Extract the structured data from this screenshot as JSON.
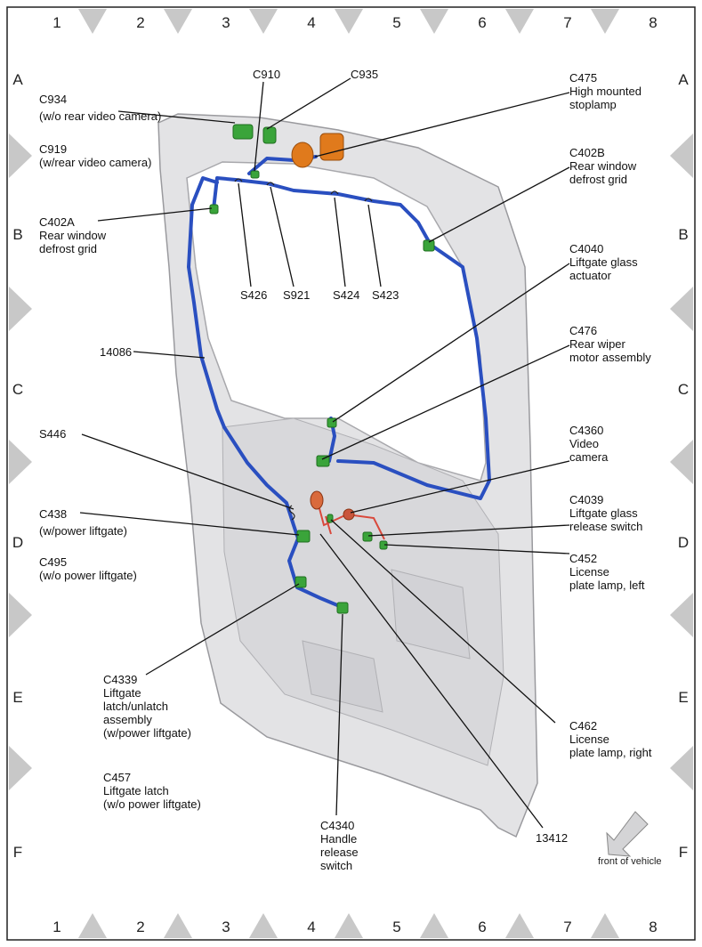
{
  "grid": {
    "columns": [
      "1",
      "2",
      "3",
      "4",
      "5",
      "6",
      "7",
      "8"
    ],
    "rows": [
      "A",
      "B",
      "C",
      "D",
      "E",
      "F"
    ]
  },
  "callouts": {
    "c934": {
      "line1": "C934",
      "line2": "(w/o rear video camera)"
    },
    "c919": {
      "line1": "C919",
      "line2": "(w/rear video camera)"
    },
    "c910": {
      "line1": "C910"
    },
    "c935": {
      "line1": "C935"
    },
    "c475": {
      "line1": "C475",
      "line2": "High mounted",
      "line3": "stoplamp"
    },
    "c402b": {
      "line1": "C402B",
      "line2": "Rear window",
      "line3": "defrost grid"
    },
    "c402a": {
      "line1": "C402A",
      "line2": "Rear window",
      "line3": "defrost grid"
    },
    "s426": {
      "line1": "S426"
    },
    "s921": {
      "line1": "S921"
    },
    "s424": {
      "line1": "S424"
    },
    "s423": {
      "line1": "S423"
    },
    "c4040": {
      "line1": "C4040",
      "line2": "Liftgate glass",
      "line3": "actuator"
    },
    "w14086": {
      "line1": "14086"
    },
    "c476": {
      "line1": "C476",
      "line2": "Rear wiper",
      "line3": "motor assembly"
    },
    "s446": {
      "line1": "S446"
    },
    "c4360": {
      "line1": "C4360",
      "line2": "Video",
      "line3": "camera"
    },
    "c438": {
      "line1": "C438",
      "line2": "(w/power liftgate)"
    },
    "c495": {
      "line1": "C495",
      "line2": "(w/o power liftgate)"
    },
    "c4039": {
      "line1": "C4039",
      "line2": "Liftgate glass",
      "line3": "release switch"
    },
    "c452": {
      "line1": "C452",
      "line2": "License",
      "line3": "plate lamp, left"
    },
    "c4339": {
      "line1": "C4339",
      "line2": "Liftgate",
      "line3": "latch/unlatch",
      "line4": "assembly",
      "line5": "(w/power liftgate)"
    },
    "c457": {
      "line1": "C457",
      "line2": "Liftgate latch",
      "line3": "(w/o power liftgate)"
    },
    "c462": {
      "line1": "C462",
      "line2": "License",
      "line3": "plate lamp, right"
    },
    "c4340": {
      "line1": "C4340",
      "line2": "Handle",
      "line3": "release",
      "line4": "switch"
    },
    "w13412": {
      "line1": "13412"
    }
  },
  "orientation": {
    "label": "front of vehicle",
    "icon": "arrow-down-left-icon"
  },
  "colors": {
    "harness": "#2a4fc0",
    "connector": "#3aa43a",
    "lamp": "#e07a1c",
    "pigtail": "#d9483b",
    "panel": "#e3e3e5",
    "frame_line": "#222222",
    "tick": "#c8c8c8"
  }
}
